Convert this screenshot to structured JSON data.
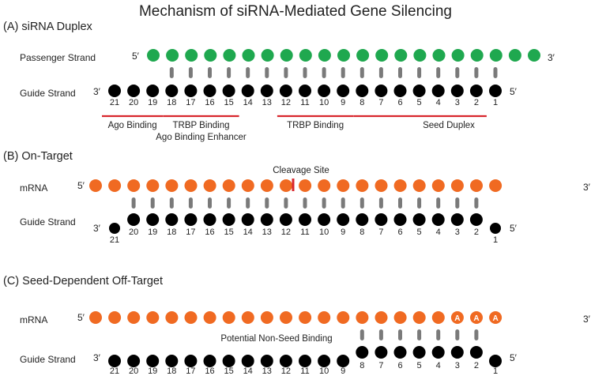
{
  "title": "Mechanism of siRNA-Mediated Gene Silencing",
  "colors": {
    "passenger": "#1fa84f",
    "mrna": "#f06a22",
    "guide": "#000000",
    "bond": "#7a7a7a",
    "region_line": "#d8262d",
    "cleavage_mark": "#d8262d"
  },
  "labels": {
    "passenger_strand": "Passenger Strand",
    "guide_strand": "Guide Strand",
    "mrna": "mRNA",
    "five_prime": "5′",
    "three_prime": "3′"
  },
  "panel_a": {
    "heading": "(A) siRNA Duplex",
    "passenger_count": 21,
    "guide_numbers": [
      "21",
      "20",
      "19",
      "18",
      "17",
      "16",
      "15",
      "14",
      "13",
      "12",
      "11",
      "10",
      "9",
      "8",
      "7",
      "6",
      "5",
      "4",
      "3",
      "2",
      "1"
    ],
    "regions": [
      {
        "lines": [
          "Ago Binding"
        ]
      },
      {
        "lines": [
          "TRBP Binding",
          "Ago Binding Enhancer"
        ]
      },
      {
        "lines": [
          "TRBP Binding"
        ]
      },
      {
        "lines": [
          "Seed  Duplex"
        ]
      }
    ]
  },
  "panel_b": {
    "heading": "(B) On-Target",
    "mrna_count": 22,
    "cleavage_label": "Cleavage Site",
    "guide_numbers": [
      "21",
      "20",
      "19",
      "18",
      "17",
      "16",
      "15",
      "14",
      "13",
      "12",
      "11",
      "10",
      "9",
      "8",
      "7",
      "6",
      "5",
      "4",
      "3",
      "2",
      "1"
    ]
  },
  "panel_c": {
    "heading": "(C) Seed-Dependent Off-Target",
    "mrna_count": 19,
    "polya": [
      "A",
      "A",
      "A"
    ],
    "non_seed_label": "Potential Non-Seed Binding",
    "guide_numbers": [
      "21",
      "20",
      "19",
      "18",
      "17",
      "16",
      "15",
      "14",
      "13",
      "12",
      "11",
      "10",
      "9",
      "8",
      "7",
      "6",
      "5",
      "4",
      "3",
      "2",
      "1"
    ]
  }
}
